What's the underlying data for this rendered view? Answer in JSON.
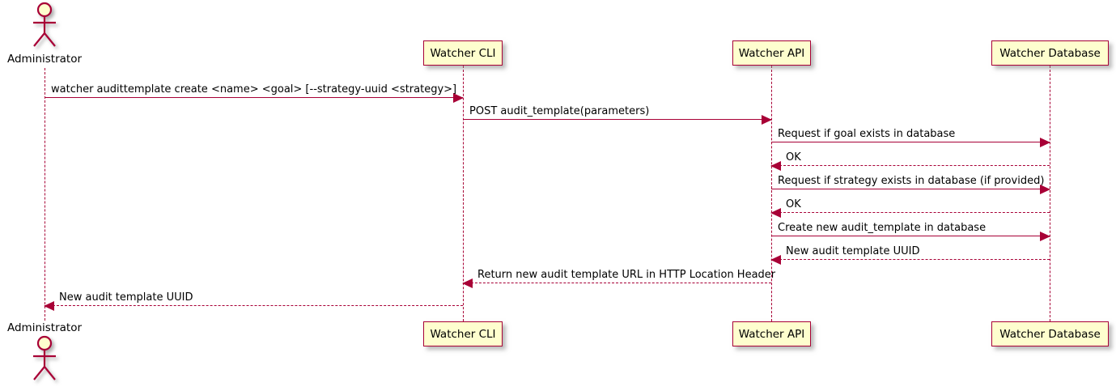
{
  "diagram": {
    "type": "uml-sequence",
    "colors": {
      "accent": "#A80036",
      "participant_fill": "#FEFECE",
      "text": "#000000"
    }
  },
  "actor": {
    "name": "Administrator"
  },
  "participants": [
    {
      "label": "Watcher CLI"
    },
    {
      "label": "Watcher API"
    },
    {
      "label": "Watcher Database"
    }
  ],
  "messages": [
    {
      "label": "watcher audittemplate create <name> <goal> [--strategy-uuid <strategy>]",
      "from": "Administrator",
      "to": "Watcher CLI",
      "line": "solid",
      "direction": "right"
    },
    {
      "label": "POST audit_template(parameters)",
      "from": "Watcher CLI",
      "to": "Watcher API",
      "line": "solid",
      "direction": "right"
    },
    {
      "label": "Request if goal exists in database",
      "from": "Watcher API",
      "to": "Watcher Database",
      "line": "solid",
      "direction": "right"
    },
    {
      "label": "OK",
      "from": "Watcher Database",
      "to": "Watcher API",
      "line": "dotted",
      "direction": "left"
    },
    {
      "label": "Request if strategy exists in database (if provided)",
      "from": "Watcher API",
      "to": "Watcher Database",
      "line": "solid",
      "direction": "right"
    },
    {
      "label": "OK",
      "from": "Watcher Database",
      "to": "Watcher API",
      "line": "dotted",
      "direction": "left"
    },
    {
      "label": "Create new audit_template in database",
      "from": "Watcher API",
      "to": "Watcher Database",
      "line": "solid",
      "direction": "right"
    },
    {
      "label": "New audit template UUID",
      "from": "Watcher Database",
      "to": "Watcher API",
      "line": "dotted",
      "direction": "left"
    },
    {
      "label": "Return new audit template URL in HTTP Location Header",
      "from": "Watcher API",
      "to": "Watcher CLI",
      "line": "dotted",
      "direction": "left"
    },
    {
      "label": "New audit template UUID",
      "from": "Watcher CLI",
      "to": "Administrator",
      "line": "dotted",
      "direction": "left"
    }
  ]
}
